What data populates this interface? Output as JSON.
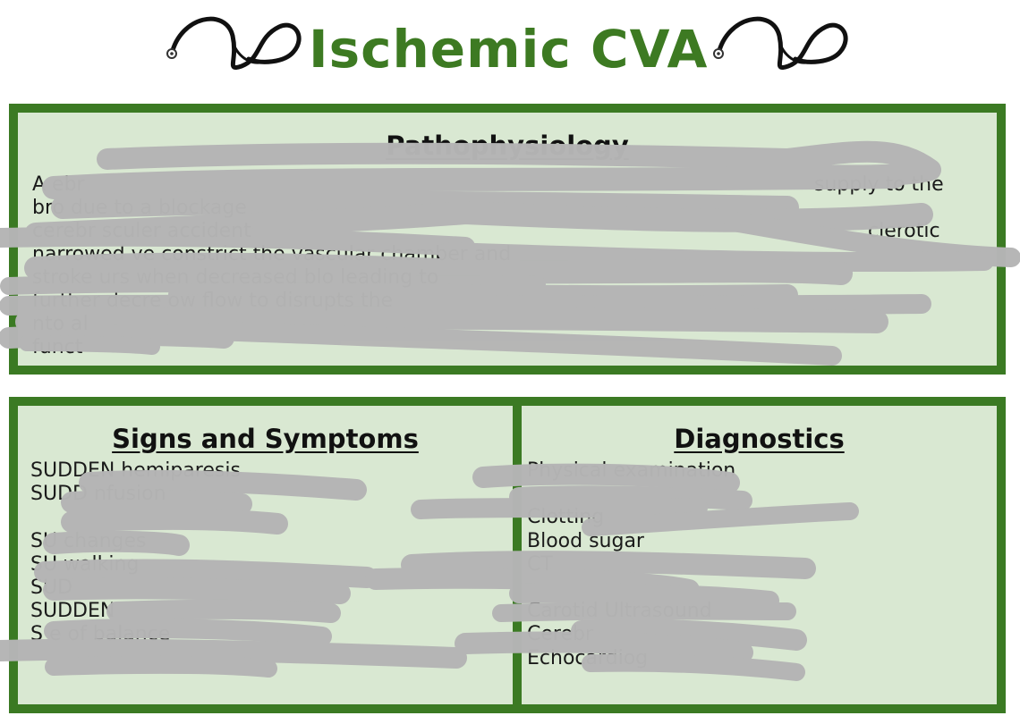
{
  "header": {
    "title": "Ischemic CVA",
    "left_icon": "stethoscope-icon",
    "right_icon": "stethoscope-icon"
  },
  "pathophysiology": {
    "heading": "Pathophysiology",
    "lines": [
      "A  ebr",
      "bro  due to a blockage",
      "cerebr  sculer accident  ",
      "narrowed  ve  constrict the vascular chamber and  ",
      "  stroke  urs when decreased blo  leading to",
      "further decre  ow flow to  disrupts the",
      "  nto  al",
      "funct"
    ],
    "fragments_right": [
      "supply to the",
      "clerotic"
    ]
  },
  "signs_and_symptoms": {
    "heading": "Signs and Symptoms",
    "items": [
      "SUDDEN hemiparesis",
      "SUDD  nfusion",
      "",
      "SU  changes",
      "SU  walking",
      "SUD",
      "SUDDEN",
      "S  e of balance"
    ]
  },
  "diagnostics": {
    "heading": "Diagnostics",
    "items": [
      "Physical examination",
      "",
      "Clotting",
      "Blood sugar",
      "CT",
      "",
      "Carotid Ultrasound",
      "Cerebr",
      "Echocardiog"
    ]
  },
  "colors": {
    "accent": "#3b7a23",
    "title": "#3d7a22",
    "panel_bg": "#d9e8d2",
    "scribble": "#b5b5b5"
  }
}
